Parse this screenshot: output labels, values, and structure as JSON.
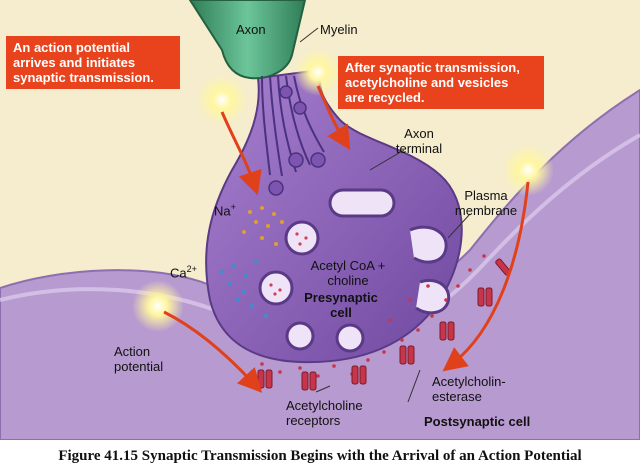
{
  "callouts": {
    "left": [
      "An action potential",
      "arrives and initiates",
      "synaptic transmission."
    ],
    "right": [
      "After synaptic transmission,",
      "acetylcholine and vesicles",
      "are recycled."
    ]
  },
  "labels": {
    "axon": "Axon",
    "myelin": "Myelin",
    "axon_terminal": [
      "Axon",
      "terminal"
    ],
    "plasma_membrane": [
      "Plasma",
      "membrane"
    ],
    "na": "Na",
    "na_sup": "+",
    "ca": "Ca",
    "ca_sup": "2+",
    "acetyl_coa": [
      "Acetyl CoA +",
      "choline"
    ],
    "presynaptic": [
      "Presynaptic",
      "cell"
    ],
    "action_potential": [
      "Action",
      "potential"
    ],
    "acetylcholinesterase": [
      "Acetylcholin-",
      "esterase"
    ],
    "ach_receptors": [
      "Acetylcholine",
      "receptors"
    ],
    "postsynaptic": "Postsynaptic cell"
  },
  "caption": "Figure 41.15  Synaptic Transmission Begins with the Arrival of an Action Potential",
  "colors": {
    "background": "#f5edce",
    "postsynaptic": "#b79ad0",
    "presynaptic": "#8a63b4",
    "myelin": "#3f9a6e",
    "callout": "#e8431c",
    "arrow": "#e0411b",
    "receptor": "#c8344a"
  }
}
